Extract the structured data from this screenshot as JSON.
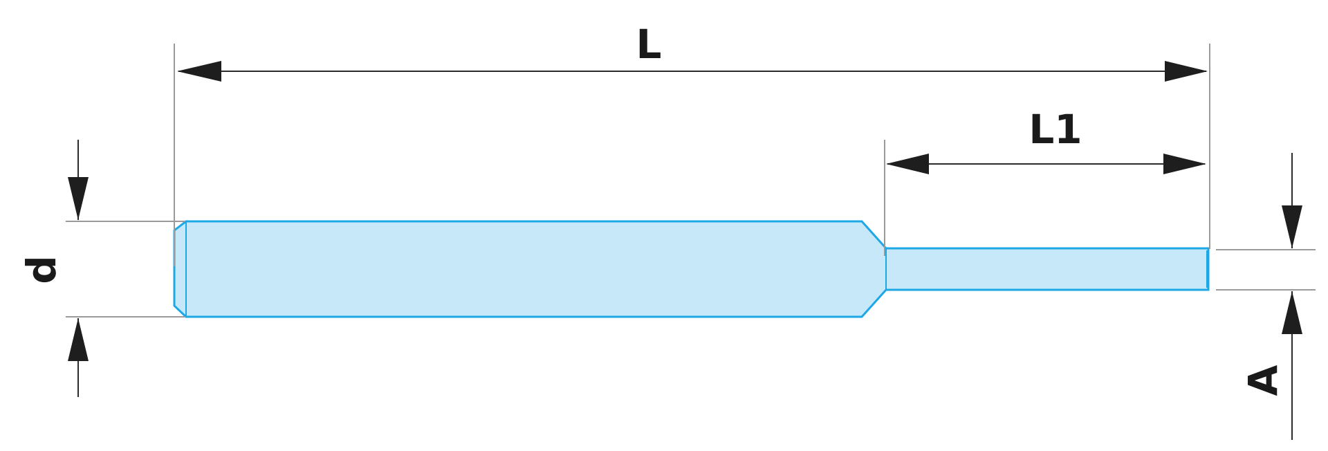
{
  "labels": {
    "overall_length": "L",
    "pilot_length": "L1",
    "shank_diameter": "d",
    "pilot_diameter": "A"
  },
  "colors": {
    "part_fill": "#c6e8f8",
    "part_outline": "#1ca8e6",
    "dimension_line": "#2b2b2b",
    "extension_line": "#9a9a9a"
  }
}
